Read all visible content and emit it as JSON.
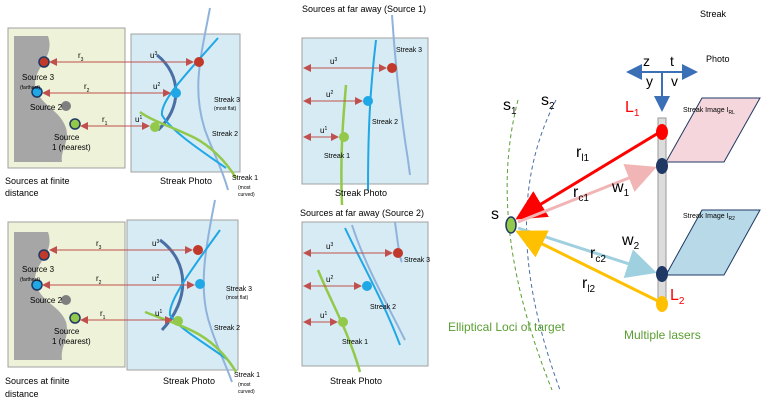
{
  "left_panels": {
    "top": {
      "sources": [
        "Source 3",
        "(farthest)",
        "Source 2",
        "Source",
        "1 (nearest)"
      ],
      "ranges": [
        "r",
        "r",
        "r"
      ],
      "range_subs": [
        "3",
        "2",
        "1"
      ],
      "us": [
        "u",
        "u",
        "u"
      ],
      "u_sups": [
        "3",
        "2",
        "1"
      ],
      "streaks": [
        "Streak 3",
        "(most flat)",
        "Streak 2",
        "Streak 1",
        "(most",
        "curved)"
      ],
      "caption_left_1": "Sources at finite",
      "caption_left_2": "distance",
      "caption_right": "Streak Photo"
    },
    "bottom": {
      "sources": [
        "Source 3",
        "(farthest)",
        "Source 2",
        "Source",
        "1 (nearest)"
      ],
      "ranges": [
        "r",
        "r",
        "r"
      ],
      "range_subs": [
        "3",
        "2",
        "1"
      ],
      "us": [
        "u",
        "u",
        "u"
      ],
      "u_sups": [
        "3",
        "2",
        "1"
      ],
      "streaks": [
        "Streak 3",
        "(most flat)",
        "Streak 2",
        "Streak 1",
        "(most",
        "curved)"
      ],
      "caption_left_1": "Sources at finite",
      "caption_left_2": "distance",
      "caption_right": "Streak Photo"
    }
  },
  "middle_panels": {
    "top": {
      "title": "Sources at far away (Source 1)",
      "us": [
        "u",
        "u",
        "u"
      ],
      "u_sups": [
        "3",
        "2",
        "1"
      ],
      "streaks": [
        "Streak 3",
        "Streak 2",
        "Streak 1"
      ],
      "caption": "Streak Photo"
    },
    "bottom": {
      "title": "Sources at far away (Source 2)",
      "us": [
        "u",
        "u",
        "u"
      ],
      "u_sups": [
        "3",
        "2",
        "1"
      ],
      "streaks": [
        "Streak 3",
        "Streak 2",
        "Streak 1"
      ],
      "caption": "Streak Photo"
    }
  },
  "right_diagram": {
    "streak_photo_1": "Streak",
    "streak_photo_2": "Photo",
    "axes": {
      "z": "z",
      "t": "t",
      "y": "y",
      "v": "v"
    },
    "laser_1": "L",
    "laser_1_sub": "1",
    "laser_2": "L",
    "laser_2_sub": "2",
    "s1": "s",
    "s1_sub": "1",
    "s2": "s",
    "s2_sub": "2",
    "target": "s",
    "r_l1": "r",
    "r_l1_sub": "l1",
    "r_c1": "r",
    "r_c1_sub": "c1",
    "r_c2": "r",
    "r_c2_sub": "c2",
    "r_l2": "r",
    "r_l2_sub": "l2",
    "w1": "w",
    "w1_sub": "1",
    "w2": "w",
    "w2_sub": "2",
    "streak_image_1": "Streak Image I",
    "streak_image_1_sub": "RL",
    "streak_image_2": "Streak Image I",
    "streak_image_2_sub": "R2",
    "elliptical_loci": "Elliptical Loci of target",
    "multiple_lasers": "Multiple lasers"
  },
  "colors": {
    "panel_green": "#eef2d8",
    "panel_blue": "#d6ebf3",
    "source_grey": "#a6a6a6",
    "red": "#c0392b",
    "blue_dot": "#1fa7e6",
    "green_dot": "#92c94b",
    "dark_navy": "#1f3864",
    "laser_red": "#ff0000",
    "laser_yellow": "#ffc000",
    "arrow_pink": "#f2b5b5",
    "arrow_light_blue": "#9fd0e0",
    "image_pink": "#f4d6dc",
    "image_blue": "#b7d9e8",
    "green_text": "#5a9e32",
    "axis_blue": "#3b6fb6"
  }
}
